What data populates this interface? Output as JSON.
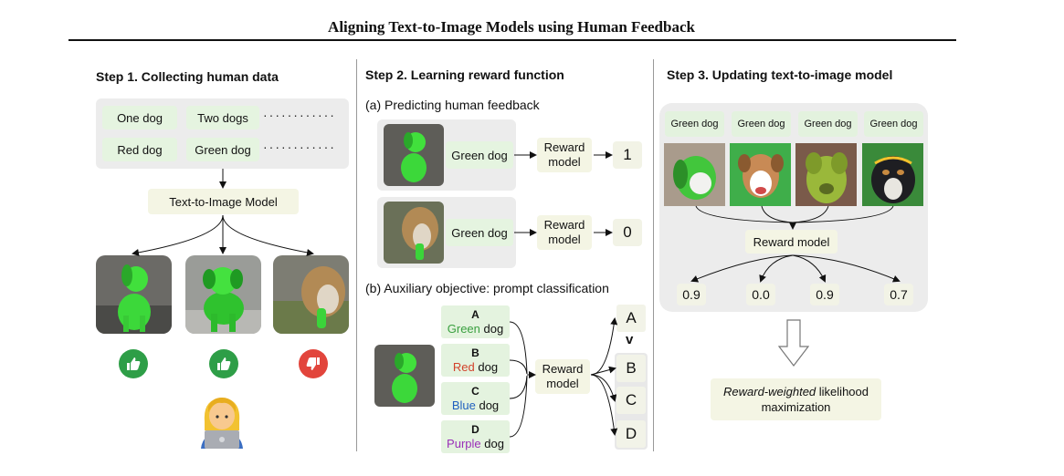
{
  "title": "Aligning Text-to-Image Models using Human Feedback",
  "step1": {
    "title": "Step 1. Collecting human data",
    "prompts": [
      "One dog",
      "Two dogs",
      "Red dog",
      "Green dog"
    ],
    "model_label": "Text-to-Image Model"
  },
  "step2": {
    "title": "Step 2. Learning reward function",
    "sub_a": "(a) Predicting human feedback",
    "row1": {
      "prompt": "Green dog",
      "model": "Reward model",
      "output": "1"
    },
    "row2": {
      "prompt": "Green dog",
      "model": "Reward model",
      "output": "0"
    },
    "sub_b": "(b) Auxiliary objective: prompt classification",
    "options": [
      {
        "letter": "A",
        "color_word": "Green",
        "rest": " dog",
        "color": "#3aa040"
      },
      {
        "letter": "B",
        "color_word": "Red",
        "rest": " dog",
        "color": "#d2412a"
      },
      {
        "letter": "C",
        "color_word": "Blue",
        "rest": " dog",
        "color": "#1f5fbf"
      },
      {
        "letter": "D",
        "color_word": "Purple",
        "rest": " dog",
        "color": "#9a2fb8"
      }
    ],
    "cls_model": "Reward model",
    "ranking": [
      "A",
      "B",
      "C",
      "D"
    ],
    "ranking_symbol": "v"
  },
  "step3": {
    "title": "Step 3. Updating text-to-image model",
    "prompts": [
      "Green dog",
      "Green dog",
      "Green dog",
      "Green dog"
    ],
    "reward_model": "Reward model",
    "scores": [
      "0.9",
      "0.0",
      "0.9",
      "0.7"
    ],
    "objective_italic": "Reward-weighted",
    "objective_rest": " likelihood maximization"
  },
  "colors": {
    "thumbs_up": "#2e9e47",
    "thumbs_down": "#e2453c",
    "green_dog": "#3fd23a"
  }
}
